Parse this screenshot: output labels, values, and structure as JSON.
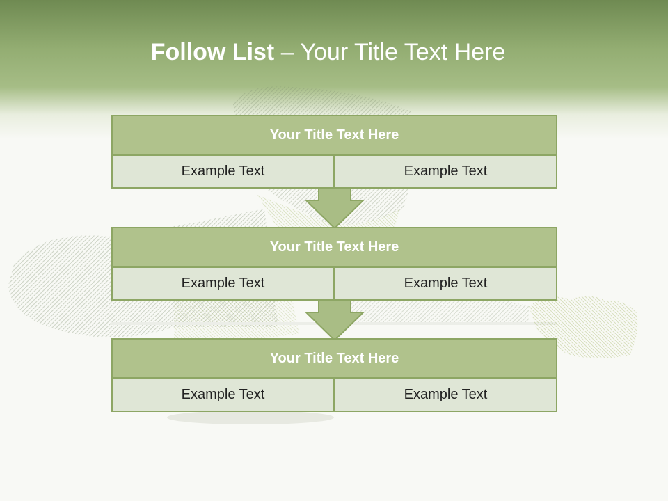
{
  "slide": {
    "title_strong": "Follow List",
    "title_rest": "– Your Title Text Here"
  },
  "steps": [
    {
      "title": "Your Title Text Here",
      "left": "Example Text",
      "right": "Example Text"
    },
    {
      "title": "Your Title Text Here",
      "left": "Example Text",
      "right": "Example Text"
    },
    {
      "title": "Your Title Text Here",
      "left": "Example Text",
      "right": "Example Text"
    }
  ],
  "colors": {
    "header_green": "#93ad72",
    "box_title_fill": "#b0c28c",
    "box_cell_fill": "#dfe6d6",
    "box_border": "#8da664",
    "arrow_fill": "#a9bd85"
  }
}
